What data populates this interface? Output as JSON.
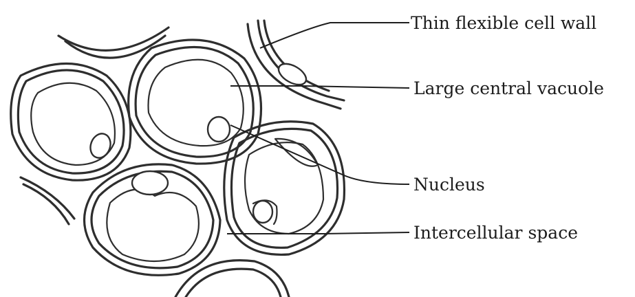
{
  "labels": {
    "cell_wall": "Thin flexible cell wall",
    "vacuole": "Large central vacuole",
    "nucleus": "Nucleus",
    "intercellular_space": "Intercellular space"
  },
  "colors": {
    "line": "#2e2e2e",
    "background": "#ffffff"
  }
}
